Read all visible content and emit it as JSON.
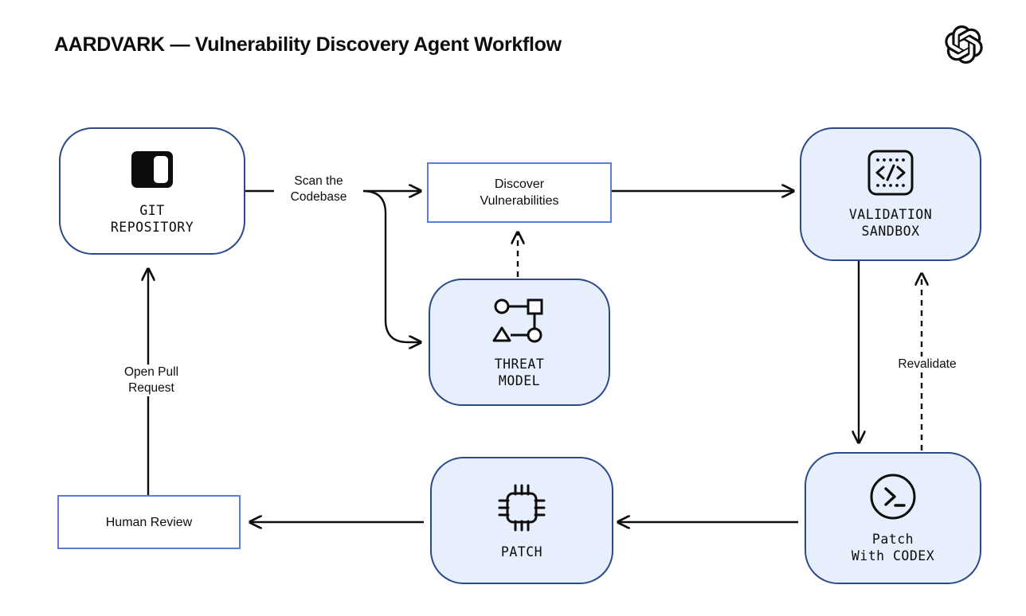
{
  "title": "AARDVARK — Vulnerability Discovery Agent Workflow",
  "brand": {
    "logo": "openai-logo"
  },
  "colors": {
    "node_border": "#2b4a8b",
    "node_fill": "#e8effc",
    "rect_border": "#5a7fd4",
    "edge": "#0d0d0d",
    "text": "#0d0d0d",
    "background": "#ffffff"
  },
  "nodes": [
    {
      "id": "git-repository",
      "label": "GIT\nREPOSITORY",
      "shape": "rounded",
      "fill": "white",
      "icon": "repository-icon"
    },
    {
      "id": "discover-vulnerabilities",
      "label": "Discover\nVulnerabilities",
      "shape": "rectangle",
      "fill": "white",
      "icon": null
    },
    {
      "id": "validation-sandbox",
      "label": "VALIDATION\nSANDBOX",
      "shape": "rounded",
      "fill": "blue",
      "icon": "code-sandbox-icon"
    },
    {
      "id": "threat-model",
      "label": "THREAT\nMODEL",
      "shape": "rounded",
      "fill": "blue",
      "icon": "threat-graph-icon"
    },
    {
      "id": "patch-with-codex",
      "label": "Patch\nWith CODEX",
      "shape": "rounded",
      "fill": "blue",
      "icon": "codex-terminal-icon"
    },
    {
      "id": "patch",
      "label": "PATCH",
      "shape": "rounded",
      "fill": "blue",
      "icon": "chip-icon"
    },
    {
      "id": "human-review",
      "label": "Human Review",
      "shape": "rectangle",
      "fill": "white",
      "icon": null
    }
  ],
  "edges": [
    {
      "id": "scan-the-codebase",
      "label": "Scan the\nCodebase",
      "from": "git-repository",
      "to": "discover-vulnerabilities",
      "style": "solid"
    },
    {
      "id": "scan-to-threat-model",
      "label": "",
      "from": "git-repository",
      "to": "threat-model",
      "style": "solid"
    },
    {
      "id": "threat-model-to-discover",
      "label": "",
      "from": "threat-model",
      "to": "discover-vulnerabilities",
      "style": "dashed"
    },
    {
      "id": "discover-to-sandbox",
      "label": "",
      "from": "discover-vulnerabilities",
      "to": "validation-sandbox",
      "style": "solid"
    },
    {
      "id": "sandbox-to-codex",
      "label": "",
      "from": "validation-sandbox",
      "to": "patch-with-codex",
      "style": "solid"
    },
    {
      "id": "revalidate",
      "label": "Revalidate",
      "from": "patch-with-codex",
      "to": "validation-sandbox",
      "style": "dashed"
    },
    {
      "id": "codex-to-patch",
      "label": "",
      "from": "patch-with-codex",
      "to": "patch",
      "style": "solid"
    },
    {
      "id": "patch-to-human-review",
      "label": "",
      "from": "patch",
      "to": "human-review",
      "style": "solid"
    },
    {
      "id": "open-pull-request",
      "label": "Open Pull\nRequest",
      "from": "human-review",
      "to": "git-repository",
      "style": "solid"
    }
  ]
}
